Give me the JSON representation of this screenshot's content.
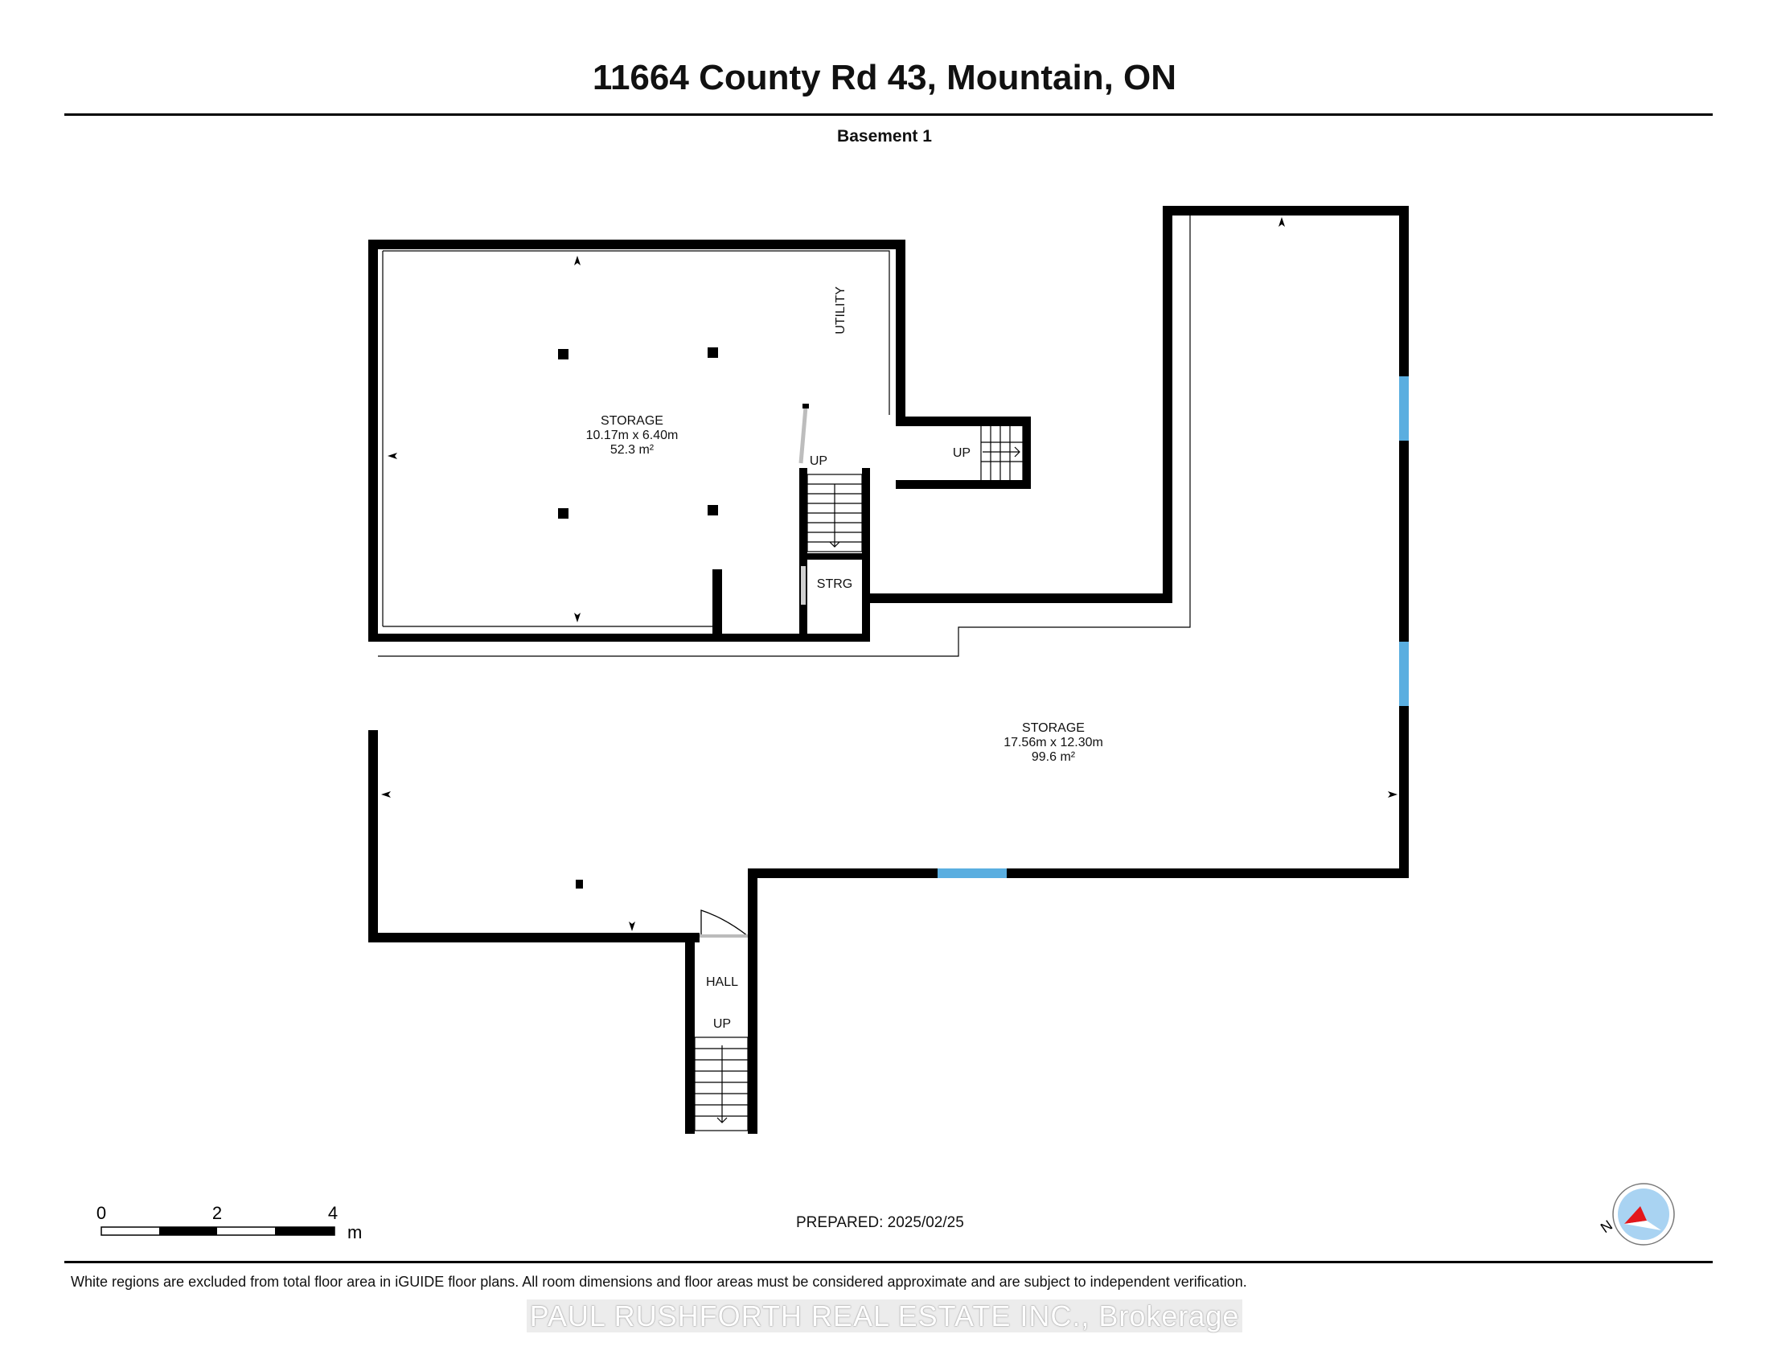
{
  "header": {
    "address": "11664 County Rd 43, Mountain, ON",
    "floor": "Basement 1"
  },
  "rooms": [
    {
      "name": "STORAGE",
      "dimensions": "10.17m x 6.40m",
      "area": "52.3 m²"
    },
    {
      "name": "STORAGE",
      "dimensions": "17.56m x 12.30m",
      "area": "99.6 m²"
    },
    {
      "name": "UTILITY"
    },
    {
      "name": "STRG"
    },
    {
      "name": "HALL"
    }
  ],
  "stair_labels": [
    "UP",
    "UP",
    "UP"
  ],
  "scale_bar": {
    "ticks": [
      "0",
      "2",
      "4"
    ],
    "unit": "m"
  },
  "compass": {
    "label": "N"
  },
  "prepared": "PREPARED: 2025/02/25",
  "footer": {
    "disclaimer": "White regions are excluded from total floor area in iGUIDE floor plans. All room dimensions and floor areas must be considered approximate and are subject to independent verification.",
    "watermark": "PAUL RUSHFORTH REAL ESTATE INC., Brokerage"
  },
  "colors": {
    "wall": "#000000",
    "window": "#5aaee0",
    "compass_bg": "#a9d3f2",
    "compass_arrow": "#e3171b"
  }
}
